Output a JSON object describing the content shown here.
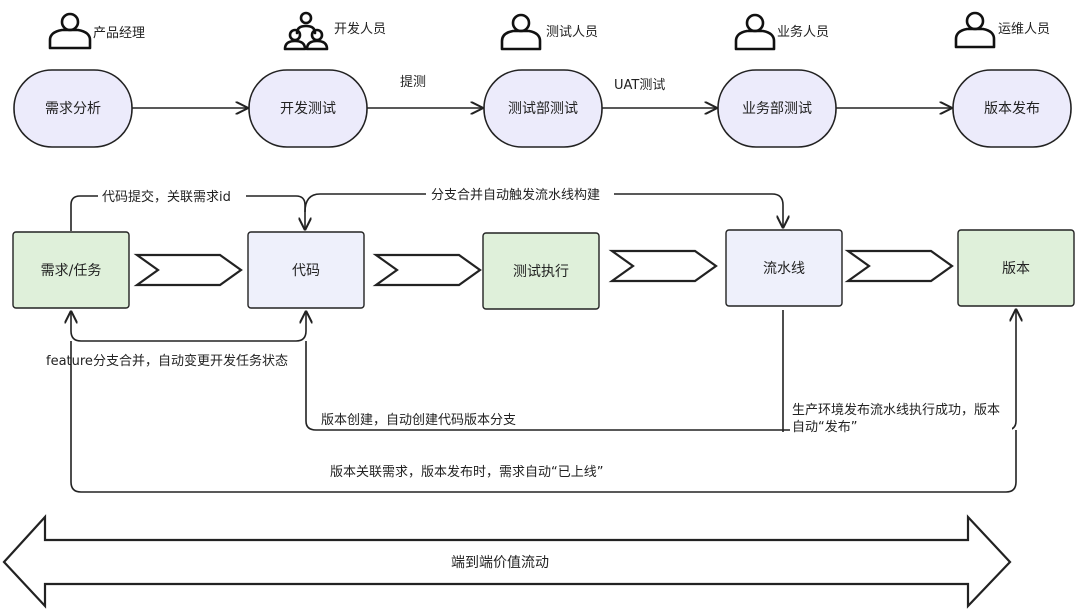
{
  "roles": [
    "产品经理",
    "开发人员",
    "测试人员",
    "业务人员",
    "运维人员"
  ],
  "stages": [
    "需求分析",
    "开发测试",
    "测试部测试",
    "业务部测试",
    "版本发布"
  ],
  "stage_arrow_labels": [
    "",
    "提测",
    "UAT测试",
    ""
  ],
  "boxes": [
    "需求/任务",
    "代码",
    "测试执行",
    "流水线",
    "版本"
  ],
  "flows": {
    "code_commit": "代码提交，关联需求id",
    "branch_merge_trigger": "分支合并自动触发流水线构建",
    "feature_merge_prefix": "feature",
    "feature_merge_rest": "分支合并，自动变更开发任务状态",
    "version_create": "版本创建，自动创建代码版本分支",
    "prod_release_line1": "生产环境发布流水线执行成功，版本",
    "prod_release_line2": "自动“发布”",
    "version_link": "版本关联需求，版本发布时，需求自动“已上线”"
  },
  "value_flow": "端到端价值流动"
}
